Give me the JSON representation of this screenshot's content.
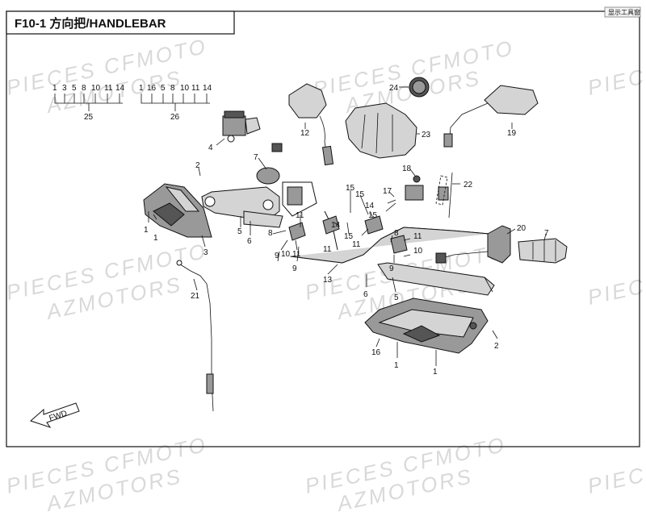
{
  "header": {
    "title": "F10-1 方向把/HANDLEBAR",
    "toolbar_label": "显示工具窗"
  },
  "watermark": {
    "lines": [
      "PIECES CFMOTO",
      "AZMOTORS"
    ]
  },
  "arrow": {
    "label": "FWD"
  },
  "kits": [
    {
      "numbers": [
        "1",
        "3",
        "5",
        "8",
        "10",
        "11",
        "14"
      ],
      "total": "25"
    },
    {
      "numbers": [
        "1",
        "16",
        "5",
        "8",
        "10",
        "11",
        "14"
      ],
      "total": "26"
    }
  ],
  "callouts": [
    {
      "id": "c24",
      "text": "24"
    },
    {
      "id": "c12",
      "text": "12"
    },
    {
      "id": "c23",
      "text": "23"
    },
    {
      "id": "c19",
      "text": "19"
    },
    {
      "id": "c4",
      "text": "4"
    },
    {
      "id": "c7a",
      "text": "7"
    },
    {
      "id": "c18",
      "text": "18"
    },
    {
      "id": "c22",
      "text": "22"
    },
    {
      "id": "c2a",
      "text": "2"
    },
    {
      "id": "c15a",
      "text": "15"
    },
    {
      "id": "c15b",
      "text": "15"
    },
    {
      "id": "c17",
      "text": "17"
    },
    {
      "id": "c1a",
      "text": "1"
    },
    {
      "id": "c1b",
      "text": "1"
    },
    {
      "id": "c5a",
      "text": "5"
    },
    {
      "id": "c6a",
      "text": "6"
    },
    {
      "id": "c8a",
      "text": "8"
    },
    {
      "id": "c11a",
      "text": "11"
    },
    {
      "id": "c14a",
      "text": "14"
    },
    {
      "id": "c15c",
      "text": "15"
    },
    {
      "id": "c11b",
      "text": "11"
    },
    {
      "id": "c14b",
      "text": "14"
    },
    {
      "id": "c15d",
      "text": "15"
    },
    {
      "id": "c20",
      "text": "20"
    },
    {
      "id": "c7b",
      "text": "7"
    },
    {
      "id": "c3",
      "text": "3"
    },
    {
      "id": "c9a",
      "text": "9"
    },
    {
      "id": "c10a",
      "text": "10"
    },
    {
      "id": "c11c",
      "text": "11"
    },
    {
      "id": "c9b",
      "text": "9"
    },
    {
      "id": "c11d",
      "text": "11"
    },
    {
      "id": "c8b",
      "text": "8"
    },
    {
      "id": "c11e",
      "text": "11"
    },
    {
      "id": "c10b",
      "text": "10"
    },
    {
      "id": "c9c",
      "text": "9"
    },
    {
      "id": "c13",
      "text": "13"
    },
    {
      "id": "c6b",
      "text": "6"
    },
    {
      "id": "c5b",
      "text": "5"
    },
    {
      "id": "c21",
      "text": "21"
    },
    {
      "id": "c16",
      "text": "16"
    },
    {
      "id": "c2b",
      "text": "2"
    },
    {
      "id": "c1c",
      "text": "1"
    },
    {
      "id": "c1d",
      "text": "1"
    }
  ]
}
